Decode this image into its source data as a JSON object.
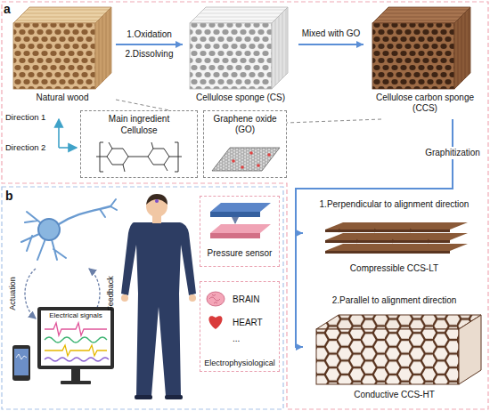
{
  "diagram": {
    "nodes": [
      {
        "text": [
          "Natural wood"
        ]
      },
      {
        "text": [
          "Cellulose sponge (CS)"
        ]
      },
      {
        "text": [
          "Cellulose carbon sponge (CCS)"
        ]
      },
      {
        "text": [
          "Main ingredient",
          "Cellulose"
        ]
      },
      {
        "text": [
          "Graphene oxide (GO)"
        ]
      },
      {
        "text": [
          "1.Perpendicular to alignment direction",
          "Compressible CCS-LT"
        ]
      },
      {
        "text": [
          "2.Parallel to alignment direction",
          "Conductive CCS-HT"
        ]
      },
      {
        "text": [
          "Pressure sensor"
        ]
      },
      {
        "text": [
          "BRAIN",
          "HEART",
          "...",
          "Electrophysiological"
        ]
      }
    ],
    "edges": [
      {
        "from": 0,
        "to": 1,
        "arrow": "to",
        "label": "1.Oxidation 2.Dissolving"
      },
      {
        "from": 1,
        "to": 2,
        "arrow": "to",
        "label": "Mixed with GO"
      },
      {
        "from": 0,
        "to": 3,
        "arrow": "none"
      },
      {
        "from": 2,
        "to": 4,
        "arrow": "none"
      },
      {
        "from": 2,
        "to": 5,
        "arrow": "to",
        "label": "Graphitization"
      },
      {
        "from": 2,
        "to": 6,
        "arrow": "to"
      }
    ],
    "labels": [
      "a",
      "Direction 1",
      "Direction 2",
      "b",
      "Actuation",
      "Feedback",
      "Electrical signals"
    ]
  }
}
